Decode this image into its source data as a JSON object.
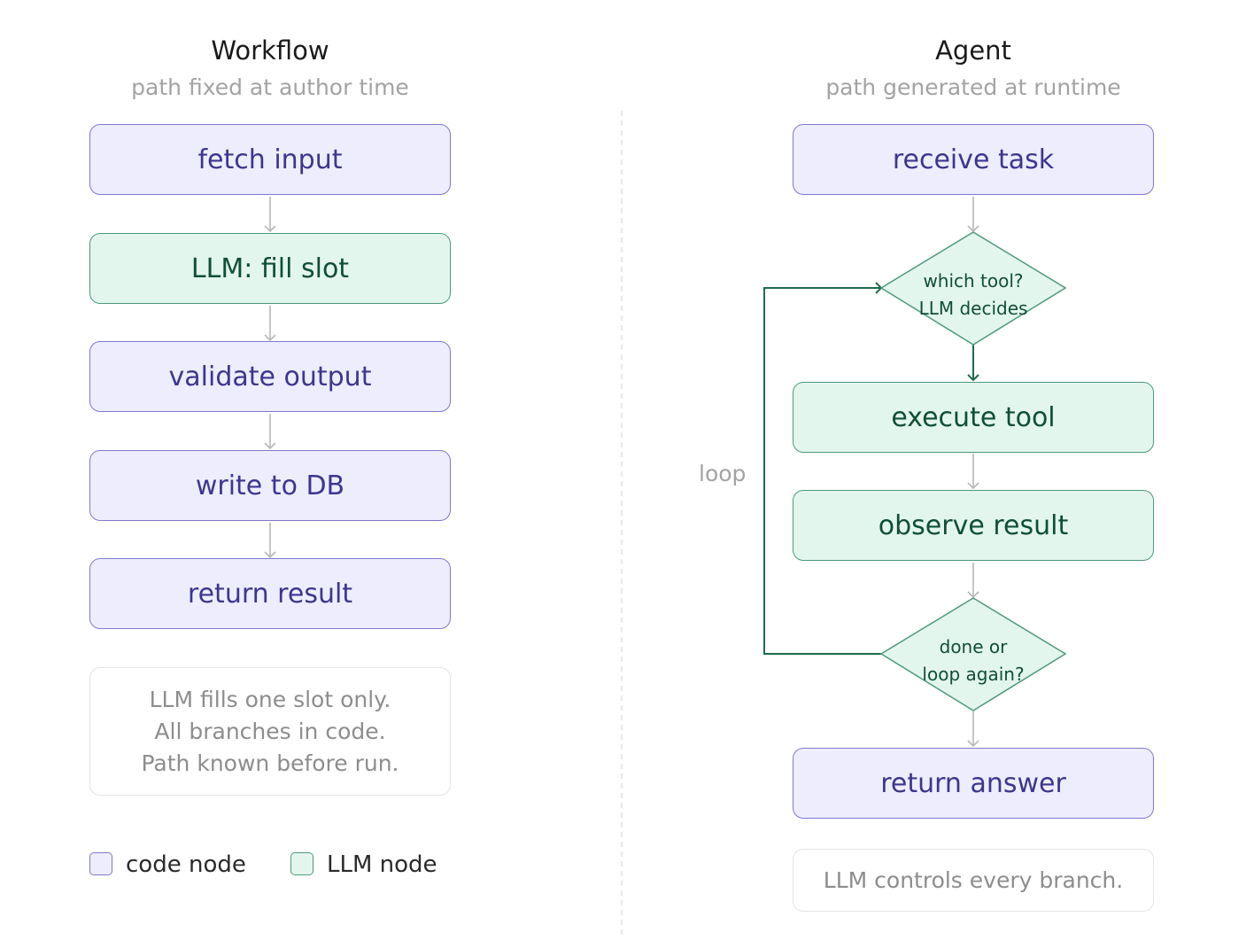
{
  "workflow": {
    "title": "Workflow",
    "subtitle": "path fixed at author time",
    "steps": [
      {
        "label": "fetch input",
        "kind": "code"
      },
      {
        "label": "LLM: fill slot",
        "kind": "llm"
      },
      {
        "label": "validate output",
        "kind": "code"
      },
      {
        "label": "write to DB",
        "kind": "code"
      },
      {
        "label": "return result",
        "kind": "code"
      }
    ],
    "note": [
      "LLM fills one slot only.",
      "All branches in code.",
      "Path known before run."
    ]
  },
  "agent": {
    "title": "Agent",
    "subtitle": "path generated at runtime",
    "receive": "receive task",
    "decision1": [
      "which tool?",
      "LLM decides"
    ],
    "execute": "execute tool",
    "observe": "observe result",
    "decision2": [
      "done or",
      "loop again?"
    ],
    "return": "return answer",
    "loop_label": "loop",
    "note": "LLM controls every branch."
  },
  "legend": {
    "code": "code node",
    "llm": "LLM node"
  },
  "colors": {
    "code_fill": "#eeedfd",
    "code_stroke": "#8178cf",
    "code_text": "#3d3690",
    "llm_fill": "#e3f6ee",
    "llm_stroke": "#4d9a7a",
    "llm_text": "#0f4f36",
    "connector": "#b8b8b8",
    "loop_stroke": "#1f6b4c"
  }
}
